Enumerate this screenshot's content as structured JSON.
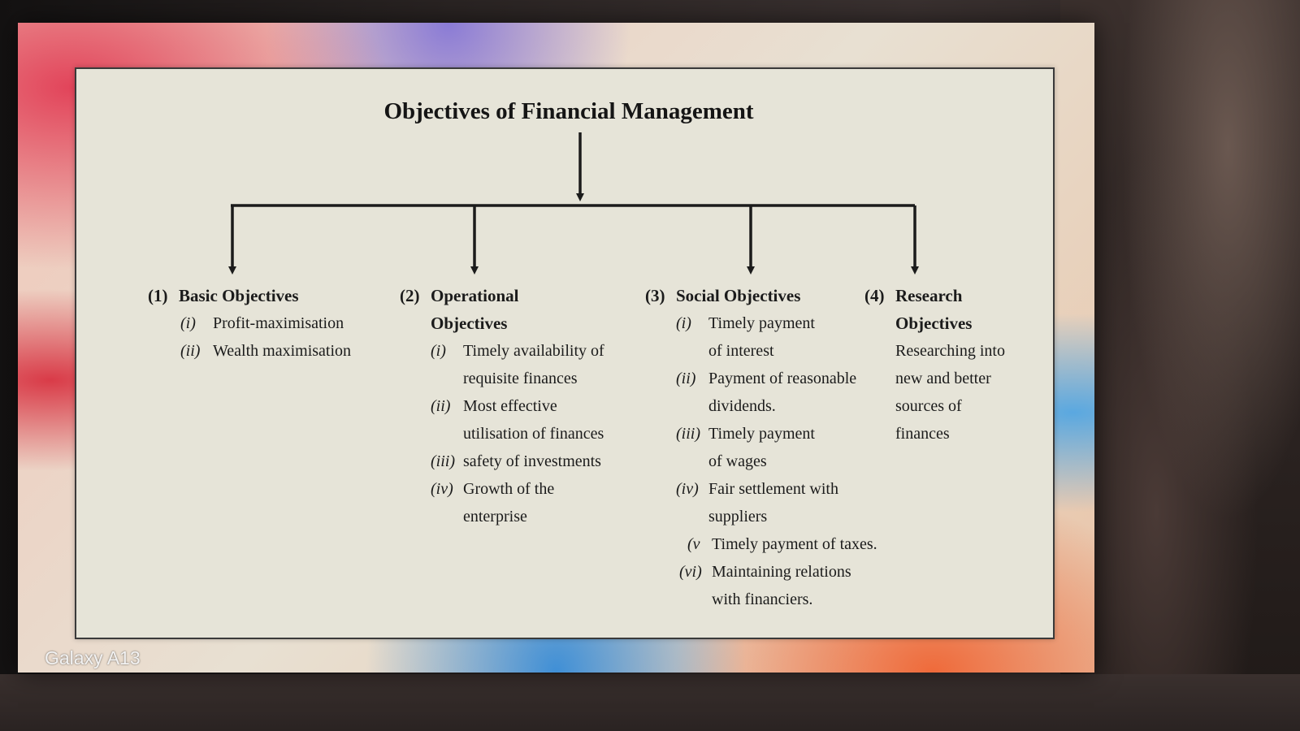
{
  "title": "Objectives of Financial Management",
  "branches": [
    {
      "number": "(1)",
      "heading": "Basic Objectives",
      "items": [
        {
          "num": "(i)",
          "text": "Profit-maximisation"
        },
        {
          "num": "(ii)",
          "text": "Wealth maximisation"
        }
      ]
    },
    {
      "number": "(2)",
      "heading": "Operational",
      "heading_cont": "Objectives",
      "items": [
        {
          "num": "(i)",
          "text": "Timely availability of",
          "cont": "requisite finances"
        },
        {
          "num": "(ii)",
          "text": "Most effective",
          "cont": "utilisation of finances"
        },
        {
          "num": "(iii)",
          "text": "safety of investments"
        },
        {
          "num": "(iv)",
          "text": "Growth of the",
          "cont": "enterprise"
        }
      ]
    },
    {
      "number": "(3)",
      "heading": "Social Objectives",
      "items": [
        {
          "num": "(i)",
          "text": "Timely payment",
          "cont": "of interest"
        },
        {
          "num": "(ii)",
          "text": "Payment of reasonable",
          "cont": "dividends."
        },
        {
          "num": "(iii)",
          "text": "Timely payment",
          "cont": "of wages"
        },
        {
          "num": "(iv)",
          "text": "Fair settlement with",
          "cont": "suppliers"
        },
        {
          "num": "(v",
          "text": "Timely payment of taxes."
        },
        {
          "num": "(vi)",
          "text": "Maintaining relations",
          "cont": "with financiers."
        }
      ]
    },
    {
      "number": "(4)",
      "heading": "Research",
      "heading_cont": "Objectives",
      "lines": [
        "Researching into",
        "new and better",
        "sources of",
        "finances"
      ]
    }
  ],
  "watermark": "Galaxy A13"
}
